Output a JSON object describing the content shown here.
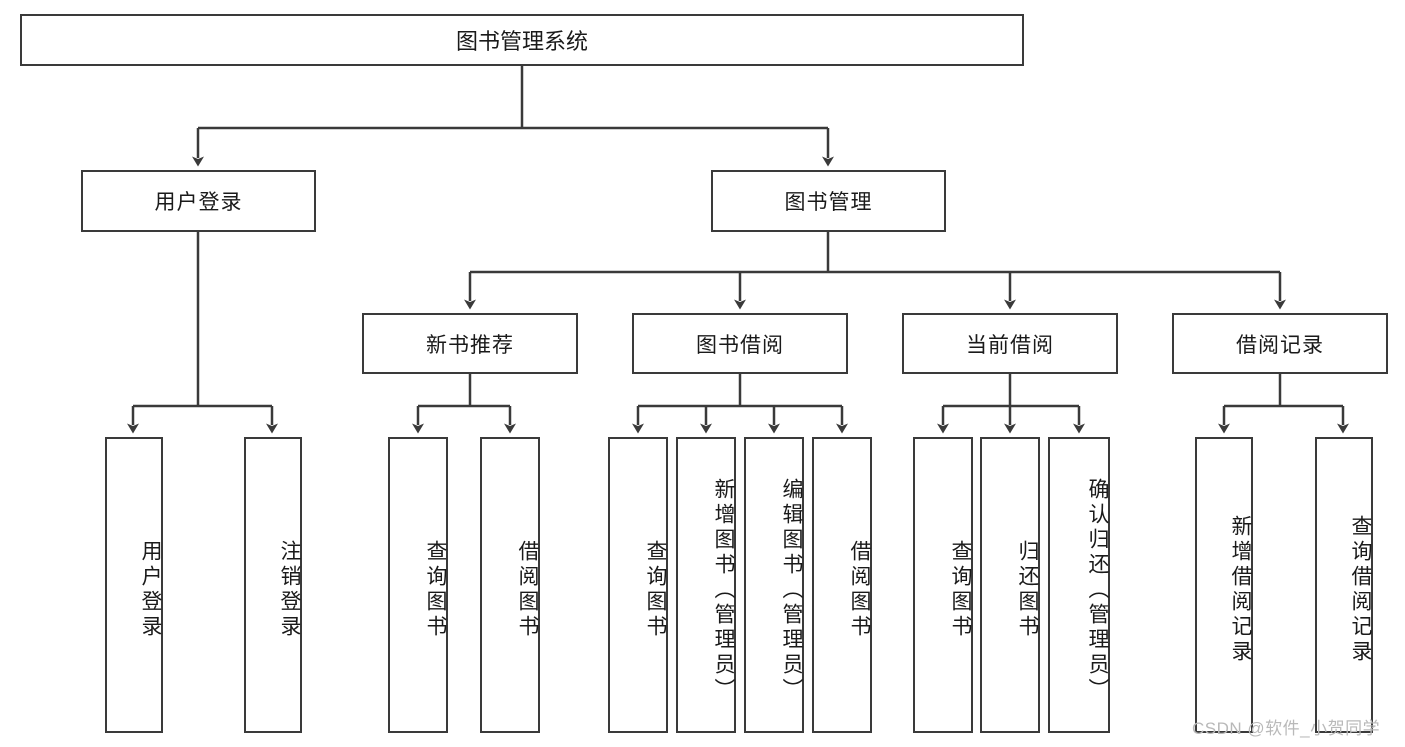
{
  "diagram": {
    "type": "tree",
    "title": "图书管理系统",
    "root": {
      "label": "图书管理系统"
    },
    "level2": [
      {
        "label": "用户登录"
      },
      {
        "label": "图书管理"
      }
    ],
    "level3": [
      {
        "label": "新书推荐"
      },
      {
        "label": "图书借阅"
      },
      {
        "label": "当前借阅"
      },
      {
        "label": "借阅记录"
      }
    ],
    "leaves": {
      "user_login": [
        {
          "label": "用户登录"
        },
        {
          "label": "注销登录"
        }
      ],
      "new_book_recommend": [
        {
          "label": "查询图书"
        },
        {
          "label": "借阅图书"
        }
      ],
      "book_borrow": [
        {
          "label": "查询图书"
        },
        {
          "label": "新增图书（管理员）"
        },
        {
          "label": "编辑图书（管理员）"
        },
        {
          "label": "借阅图书"
        }
      ],
      "current_borrow": [
        {
          "label": "查询图书"
        },
        {
          "label": "归还图书"
        },
        {
          "label": "确认归还（管理员）"
        }
      ],
      "borrow_records": [
        {
          "label": "新增借阅记录"
        },
        {
          "label": "查询借阅记录"
        }
      ]
    }
  },
  "watermark": {
    "text": "CSDN @软件_小贺同学"
  },
  "colors": {
    "stroke": "#3a3a3a",
    "fill": "#ffffff",
    "text": "#1a1a1a",
    "watermark": "#b9b9b9"
  }
}
